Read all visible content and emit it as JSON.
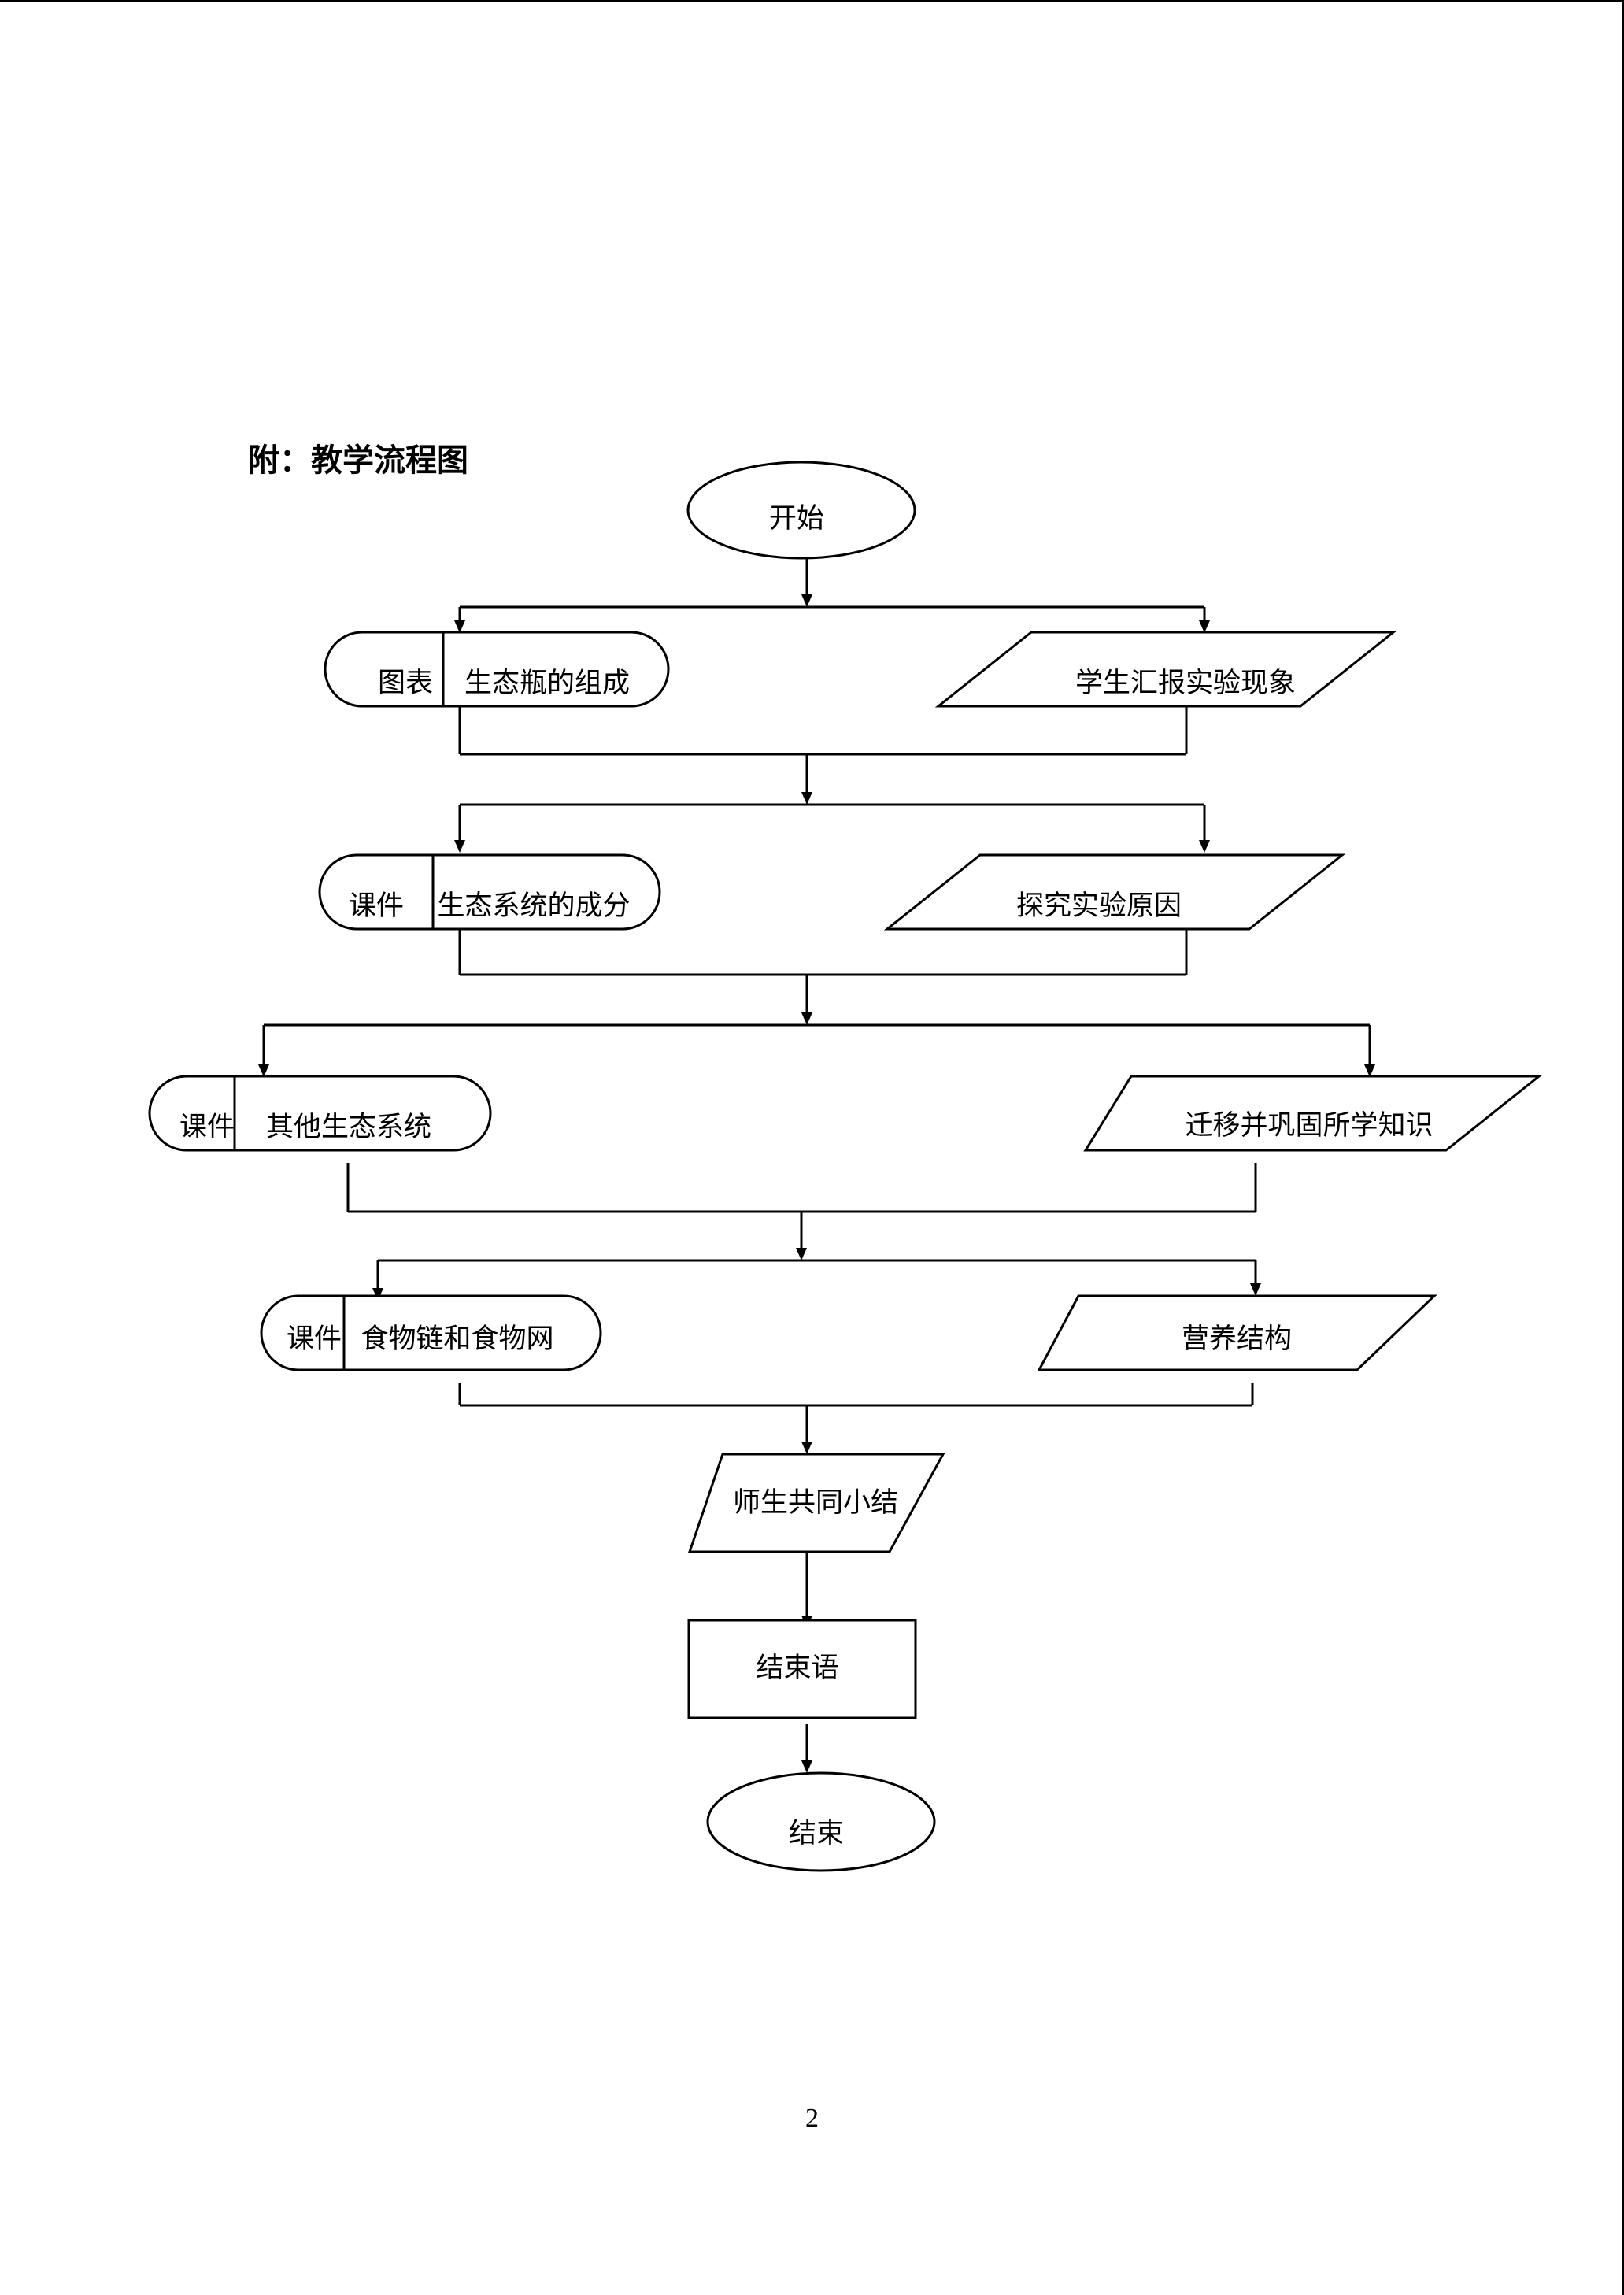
{
  "heading": "附：教学流程图",
  "page_number": "2",
  "flowchart": {
    "start": "开始",
    "step1": {
      "tag": "图表",
      "title": "生态瓶的组成",
      "activity": "学生汇报实验现象"
    },
    "step2": {
      "tag": "课件",
      "title": "生态系统的成分",
      "activity": "探究实验原因"
    },
    "step3": {
      "tag": "课件",
      "title": "其他生态系统",
      "activity": "迁移并巩固所学知识"
    },
    "step4": {
      "tag": "课件",
      "title": "食物链和食物网",
      "activity": "营养结构"
    },
    "summary": "师生共同小结",
    "closing": "结束语",
    "end": "结束"
  }
}
